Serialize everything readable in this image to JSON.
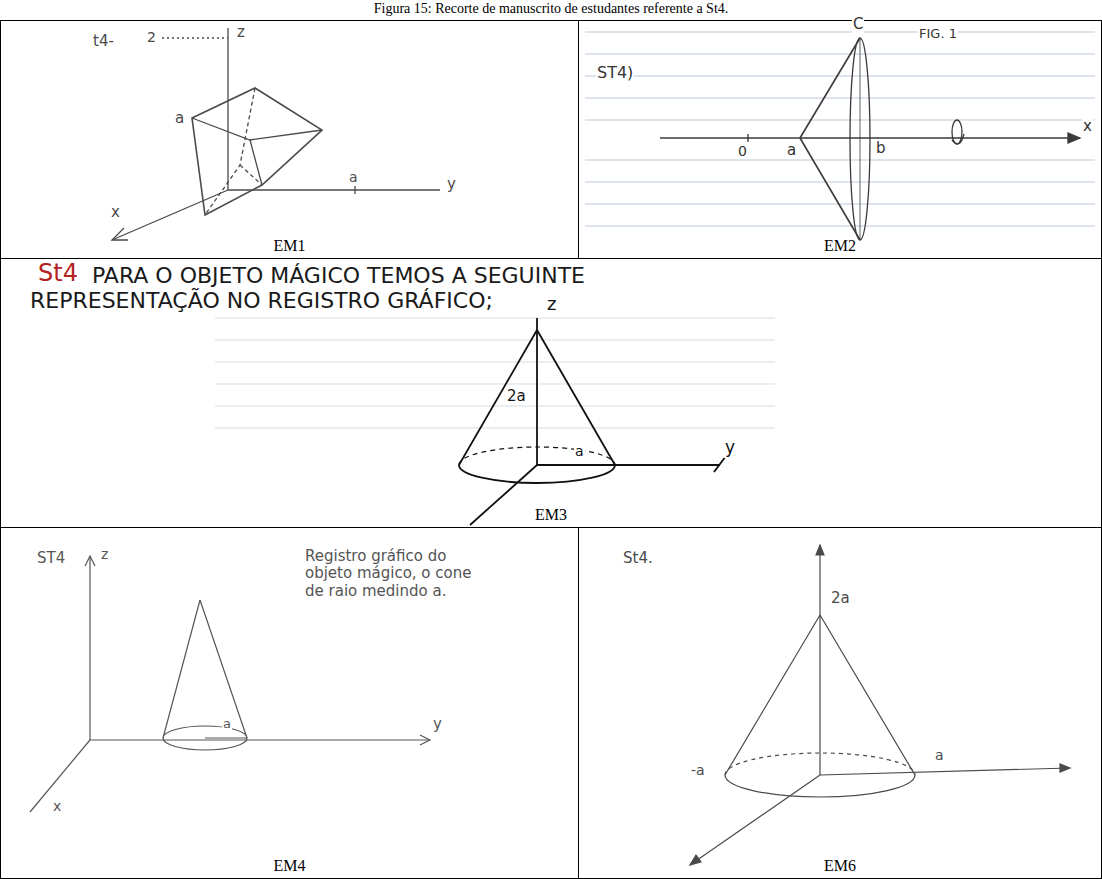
{
  "diagram": {
    "title": "Figura 15: Recorte de manuscrito de estudantes referente a St4.",
    "nodes": [
      {
        "text": [
          "EM1"
        ]
      },
      {
        "text": [
          "EM2"
        ]
      },
      {
        "text": [
          "EM3"
        ]
      },
      {
        "text": [
          "EM4"
        ]
      },
      {
        "text": [
          "EM6"
        ]
      }
    ],
    "labels": [
      "t4-",
      "2",
      "z",
      "a",
      "a",
      "y",
      "x",
      "ST4)",
      "C",
      "FIG. 1",
      "0",
      "a",
      "b",
      "x",
      "St4",
      "PARA O OBJETO MÁGICO TEMOS A SEGUINTE REPRESENTAÇÃO NO REGISTRO GRÁFICO;",
      "z",
      "2a",
      "a",
      "y",
      "ST4",
      "z",
      "Registro gráfico do objeto mágico, o cone de raio medindo a.",
      "a",
      "y",
      "x",
      "St4.",
      "2a",
      "-a",
      "a"
    ]
  }
}
